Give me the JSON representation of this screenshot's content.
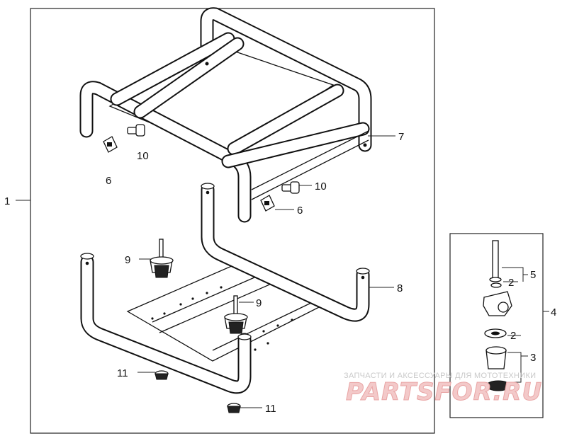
{
  "callouts": {
    "main_assembly": "1",
    "washer": "2",
    "washer_2": "2",
    "collar": "3",
    "side_assembly": "4",
    "bolt": "5",
    "nut_left": "6",
    "nut_right": "6",
    "upper_frame": "7",
    "lower_frame": "8",
    "mount_left": "9",
    "mount_center": "9",
    "bolt_left": "10",
    "bolt_right": "10",
    "cap_left": "11",
    "cap_bottom": "11"
  },
  "watermark": {
    "caption": "ЗАПЧАСТИ И АКСЕССУАРЫ ДЛЯ МОТОТЕХНИКИ",
    "site": "PARTSFOR.RU"
  }
}
